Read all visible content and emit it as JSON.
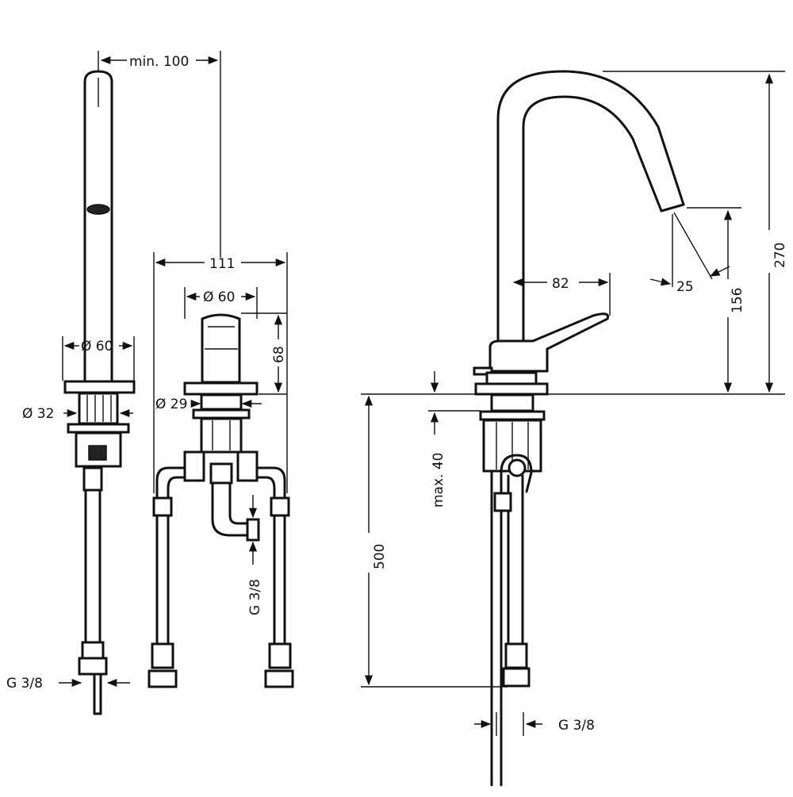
{
  "dimensions": {
    "min_100": "min. 100",
    "d60_side": "Ø 60",
    "d32": "Ø 32",
    "g38_left": "G 3/8",
    "w111": "111",
    "d60_front": "Ø 60",
    "h68": "68",
    "d29": "Ø 29",
    "g38_mid": "G 3/8",
    "r82": "82",
    "a25": "25",
    "h156": "156",
    "h270": "270",
    "max_40": "max. 40",
    "h500": "500",
    "g38_right": "G 3/8"
  },
  "colors": {
    "line": "#111111",
    "background": "#ffffff"
  }
}
